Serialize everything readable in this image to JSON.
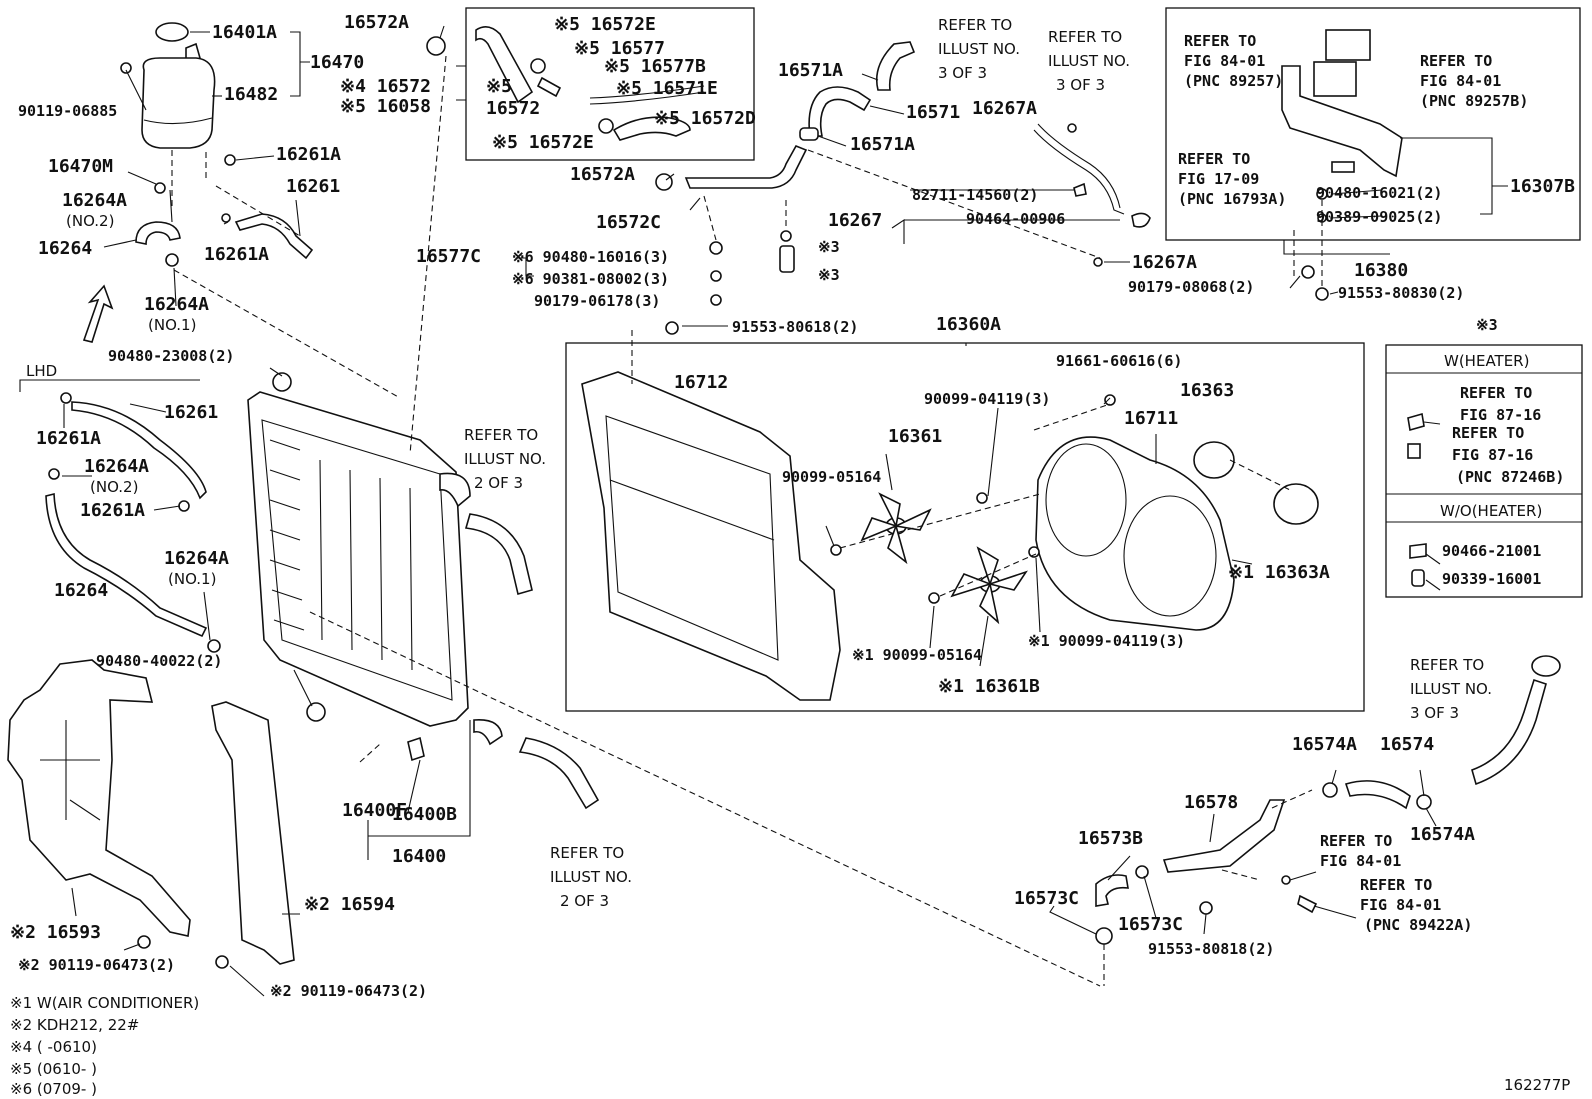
{
  "labels": {
    "p16401A": "16401A",
    "p16470": "16470",
    "p16482": "16482",
    "p90119_06885": "90119-06885",
    "p16470M": "16470M",
    "p16261A_top": "16261A",
    "p16264A_no2": "16264A",
    "no2_top": "(NO.2)",
    "p16261_top": "16261",
    "p16264_top": "16264",
    "p16261A_top2": "16261A",
    "p16264A_no1": "16264A",
    "no1_top": "(NO.1)",
    "p90480_23008": "90480-23008(2)",
    "lhd": "LHD",
    "p16261_lhd": "16261",
    "p16261A_lhd": "16261A",
    "p16264A_lhd": "16264A",
    "no2_lhd": "(NO.2)",
    "p16261A_lhd2": "16261A",
    "p16264_lhd": "16264",
    "p16264A_lhd2": "16264A",
    "no1_lhd": "(NO.1)",
    "p90480_40022": "90480-40022(2)",
    "p16593": "※2 16593",
    "p90119_06473_a": "※2 90119-06473(2)",
    "p16594": "※2 16594",
    "p90119_06473_b": "※2 90119-06473(2)",
    "p16400F": "16400F",
    "p16400B": "16400B",
    "p16400": "16400",
    "p16572A_top": "16572A",
    "p16572_4": "※4 16572",
    "p16058": "※5 16058",
    "p16572E_a": "※5 16572E",
    "p16577": "※5 16577",
    "p16577B": "※5 16577B",
    "p16571E": "※5 16571E",
    "mark5": "※5",
    "p16572_5": "16572",
    "p16572D": "※5 16572D",
    "p16572E_b": "※5 16572E",
    "p16572A_mid": "16572A",
    "p16572C": "16572C",
    "p16577C": "16577C",
    "p90480_16016": "※6 90480-16016(3)",
    "p90381_08002": "※6 90381-08002(3)",
    "p90179_06178": "90179-06178(3)",
    "p91553_80618": "91553-80618(2)",
    "p16571A_a": "16571A",
    "p16571": "16571",
    "p16571A_b": "16571A",
    "p16267A_a": "16267A",
    "p82711_14560": "82711-14560(2)",
    "p16267": "16267",
    "p90464_00906": "90464-00906",
    "p16267A_b": "16267A",
    "mark3_a": "※3",
    "mark3_b": "※3",
    "refer_a_1": "REFER TO",
    "refer_a_2": "ILLUST NO.",
    "refer_a_3": "3 OF 3",
    "refer_b_1": "REFER TO",
    "refer_b_2": "ILLUST NO.",
    "refer_b_3": "3 OF 3",
    "refer_c_1": "REFER TO",
    "refer_c_2": "ILLUST NO.",
    "refer_c_3": "2 OF 3",
    "refer_d_1": "REFER TO",
    "refer_d_2": "ILLUST NO.",
    "refer_d_3": "2 OF 3",
    "refer_e_1": "REFER TO",
    "refer_e_2": "ILLUST NO.",
    "refer_e_3": "3 OF 3",
    "fig1_1": "REFER TO",
    "fig1_2": "FIG 84-01",
    "fig1_3": "(PNC 89257)",
    "fig2_1": "REFER TO",
    "fig2_2": "FIG 84-01",
    "fig2_3": "(PNC 89257B)",
    "fig3_1": "REFER TO",
    "fig3_2": "FIG 17-09",
    "fig3_3": "(PNC 16793A)",
    "p90480_16021": "90480-16021(2)",
    "p90389_09025": "90389-09025(2)",
    "p16307B": "16307B",
    "p16380": "16380",
    "p90179_08068": "90179-08068(2)",
    "p91553_80830": "91553-80830(2)",
    "p16360A": "16360A",
    "p16712": "16712",
    "p91661_60616": "91661-60616(6)",
    "p90099_04119_a": "90099-04119(3)",
    "p16363": "16363",
    "p16711": "16711",
    "p16361": "16361",
    "p90099_05164_a": "90099-05164",
    "p16363A": "※1 16363A",
    "p90099_05164_b": "※1 90099-05164",
    "p90099_04119_b": "※1 90099-04119(3)",
    "p16361B": "※1 16361B",
    "legend_mark": "※3",
    "legend_w": "W(HEATER)",
    "legend_r1_1": "REFER TO",
    "legend_r1_2": "FIG 87-16",
    "legend_r2_1": "REFER TO",
    "legend_r2_2": "FIG 87-16",
    "legend_r2_3": "(PNC 87246B)",
    "legend_wo": "W/O(HEATER)",
    "legend_p1": "90466-21001",
    "legend_p2": "90339-16001",
    "p16574A_a": "16574A",
    "p16574": "16574",
    "p16574A_b": "16574A",
    "p16578": "16578",
    "p16573B": "16573B",
    "p16573C_a": "16573C",
    "p16573C_b": "16573C",
    "p91553_80818": "91553-80818(2)",
    "fig4_1": "REFER TO",
    "fig4_2": "FIG 84-01",
    "fig5_1": "REFER TO",
    "fig5_2": "FIG 84-01",
    "fig5_3": "(PNC 89422A)"
  },
  "notes": [
    "※1 W(AIR CONDITIONER)",
    "※2  KDH212, 22#",
    "※4  (       -0610)",
    "※5  (0610-       )",
    "※6  (0709-       )"
  ],
  "figure_code": "162277P"
}
